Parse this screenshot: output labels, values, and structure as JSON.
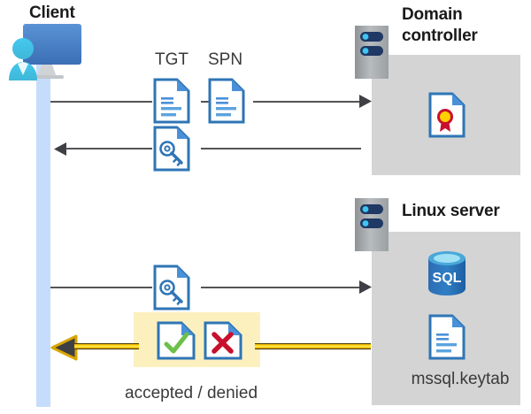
{
  "diagram": {
    "title_client": "Client",
    "title_domain_controller": "Domain\ncontroller",
    "title_domain_controller_line1": "Domain",
    "title_domain_controller_line2": "controller",
    "title_linux_server": "Linux server",
    "label_tgt": "TGT",
    "label_spn": "SPN",
    "label_keytab": "mssql.keytab",
    "label_result": "accepted / denied"
  },
  "icons": {
    "client": "user-monitor-icon",
    "server_rack_dc": "server-rack-icon",
    "server_rack_linux": "server-rack-icon",
    "tgt_document": "document-icon",
    "spn_document": "document-icon",
    "ticket_key_document": "document-key-icon",
    "request_key_document": "document-key-icon",
    "certificate": "certificate-document-icon",
    "sql_database": "sql-database-icon",
    "keytab_document": "document-icon",
    "accepted": "document-check-icon",
    "denied": "document-x-icon"
  },
  "flows": [
    {
      "name": "client-to-dc-tgt-spn",
      "direction": "right",
      "style": "thin-gray"
    },
    {
      "name": "dc-to-client-ticket",
      "direction": "left",
      "style": "thin-gray"
    },
    {
      "name": "client-to-linux-ticket",
      "direction": "right",
      "style": "thin-gray"
    },
    {
      "name": "linux-to-client-result",
      "direction": "left",
      "style": "thick-yellow"
    }
  ],
  "colors": {
    "lifeline": "#c5ddfb",
    "zone_panel": "#d4d4d4",
    "highlight": "#fcf0bf",
    "line_gray": "#545454",
    "line_yellow": "#ffd400",
    "doc_blue": "#2e75b6",
    "accent_blue": "#1e6fc4",
    "check_green": "#6cc04a",
    "cross_red": "#c8102e",
    "sql_blue": "#2c6fb5",
    "cert_gold": "#ffd100",
    "cert_red": "#c8102e",
    "rack_gray": "#a6a6a6",
    "rack_navy": "#1f3864"
  }
}
